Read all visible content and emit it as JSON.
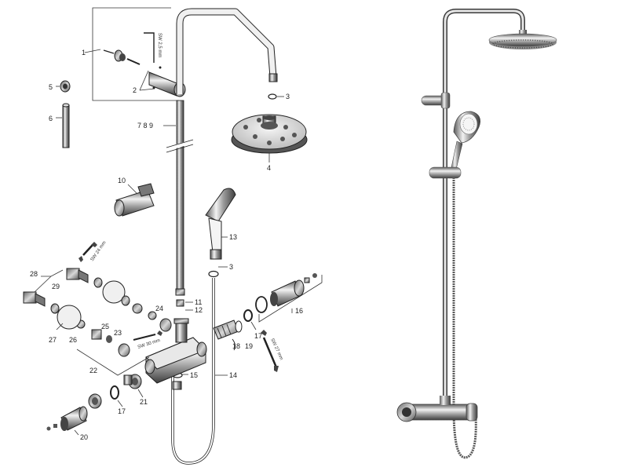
{
  "diagram": {
    "callouts": {
      "c1": "1",
      "c2": "2",
      "c3a": "3",
      "c3b": "3",
      "c4": "4",
      "c5": "5",
      "c6": "6",
      "c789": "7 8 9",
      "c10": "10",
      "c11": "11",
      "c12": "12",
      "c13": "13",
      "c14": "14",
      "c15": "15",
      "c16": "16",
      "c17a": "17",
      "c17b": "17",
      "c18": "18",
      "c19": "19",
      "c20": "20",
      "c21": "21",
      "c22": "22",
      "c23": "23",
      "c24": "24",
      "c25": "25",
      "c26": "26",
      "c27": "27",
      "c28": "28",
      "c29": "29"
    },
    "tool_labels": {
      "sw25": "SW 2,5 mm",
      "sw24": "SW 24 mm",
      "sw30": "SW 30 mm",
      "sw27": "SW 27 mm"
    },
    "colors": {
      "line": "#222222",
      "chrome_dark": "#5a5a5a",
      "chrome_light": "#e8e8e8",
      "metal_mid": "#a8a8a8"
    }
  }
}
